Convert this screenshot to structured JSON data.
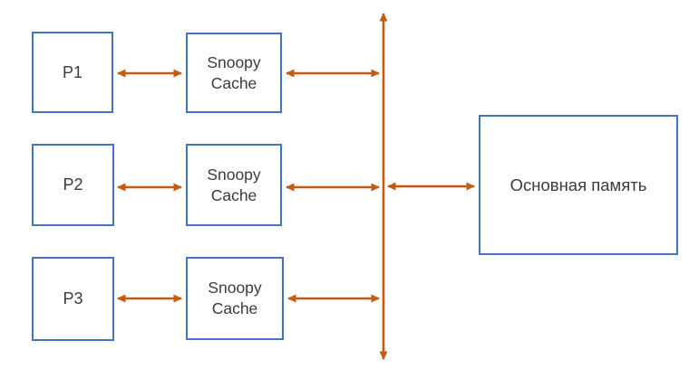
{
  "diagram": {
    "processors": [
      {
        "label": "P1"
      },
      {
        "label": "P2"
      },
      {
        "label": "P3"
      }
    ],
    "caches": [
      {
        "line1": "Snoopy",
        "line2": "Cache"
      },
      {
        "line1": "Snoopy",
        "line2": "Cache"
      },
      {
        "line1": "Snoopy",
        "line2": "Cache"
      }
    ],
    "memory": {
      "label": "Основная память"
    },
    "colors": {
      "box_border": "#4472C4",
      "arrow": "#C55A11",
      "text": "#3B3B3B",
      "background": "#FFFFFF"
    }
  }
}
